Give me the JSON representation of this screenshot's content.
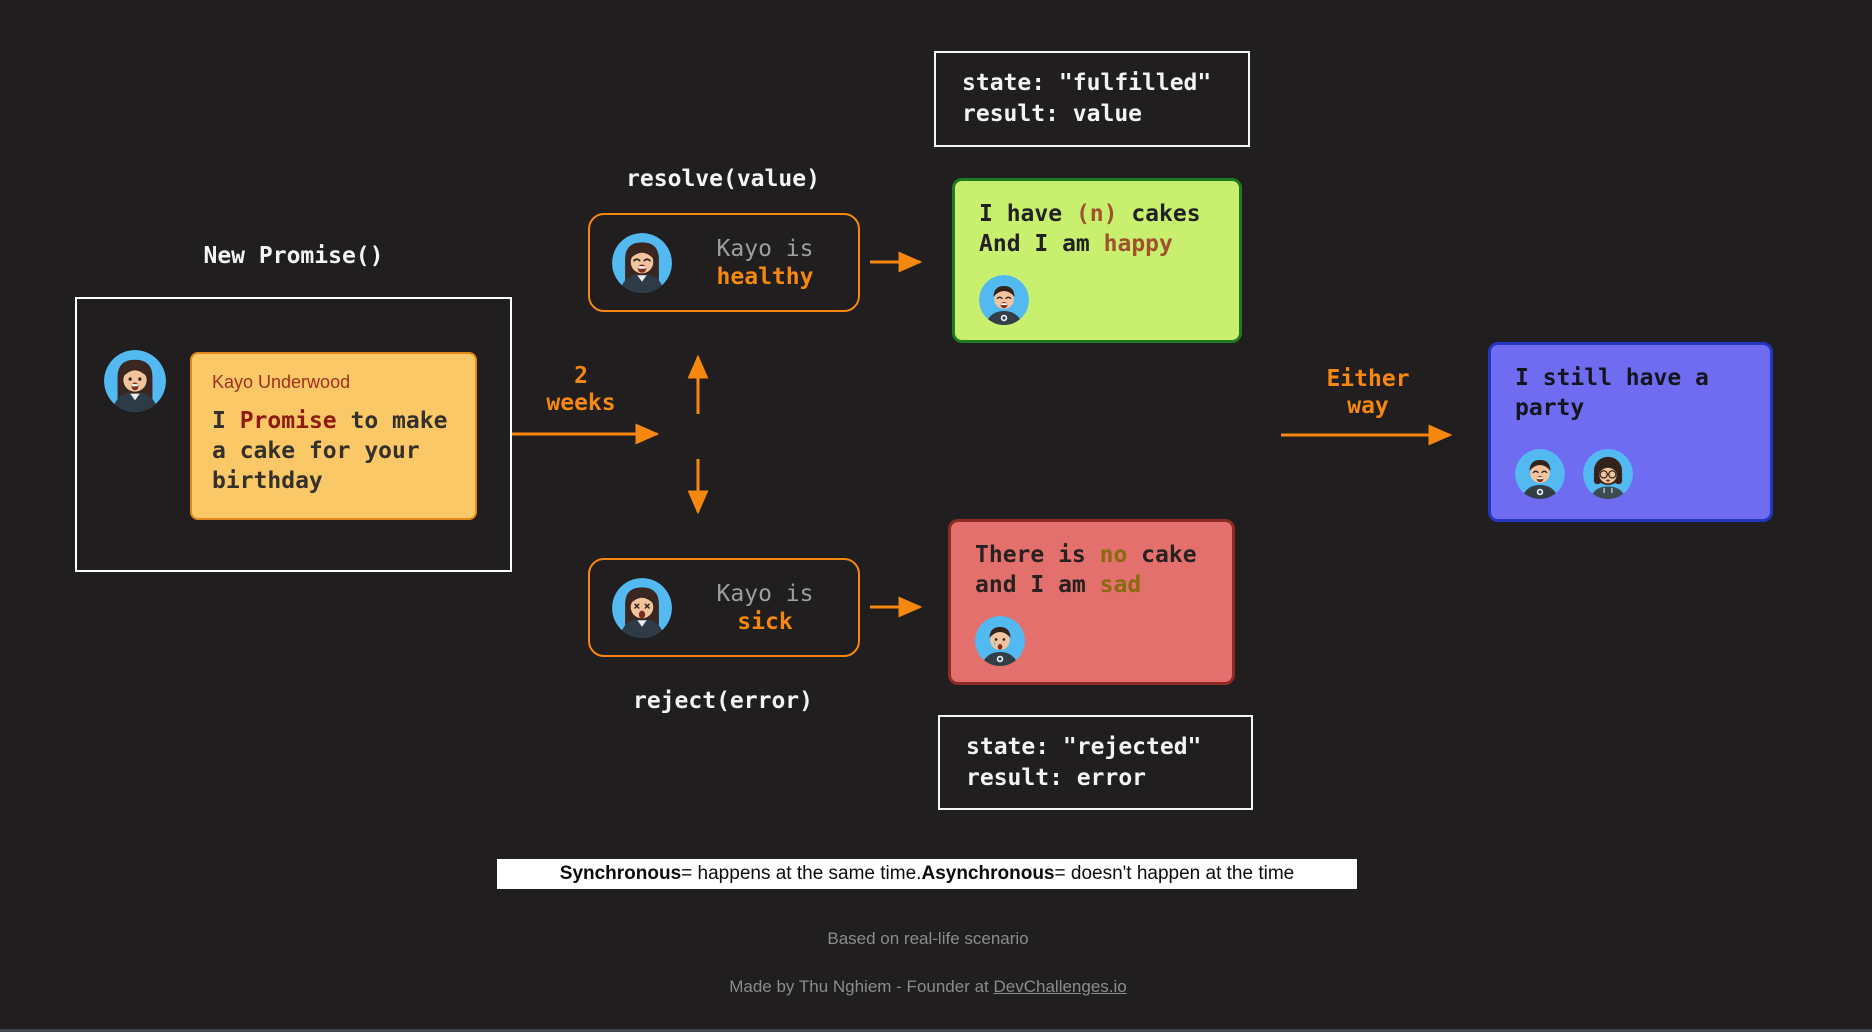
{
  "colors": {
    "background": "#201E1E",
    "accent_orange": "#F6870F",
    "bubble_fill": "#FBC868",
    "bubble_border": "#E2891B",
    "fulfilled_fill": "#C8F06E",
    "fulfilled_border": "#217A21",
    "rejected_fill": "#E4706D",
    "rejected_border": "#8F2A25",
    "either_fill": "#6F6CF2",
    "either_border": "#2337C0",
    "avatar_circle": "#53B9F1"
  },
  "labels": {
    "new_promise": "New Promise()",
    "resolve": "resolve(value)",
    "reject": "reject(error)",
    "duration_line1": "2",
    "duration_line2": "weeks",
    "either_line1": "Either",
    "either_line2": "way"
  },
  "promise_box": {
    "speaker": "Kayo Underwood",
    "msg_pre": "I ",
    "msg_keyword": "Promise",
    "msg_post": " to make a cake for your birthday"
  },
  "healthy_box": {
    "prefix": "Kayo is",
    "status": "healthy"
  },
  "sick_box": {
    "prefix": "Kayo is",
    "status": "sick"
  },
  "state_fulfilled": {
    "line1": "state: \"fulfilled\"",
    "line2": "result: value"
  },
  "state_rejected": {
    "line1": "state: \"rejected\"",
    "line2": "result: error"
  },
  "happy_box": {
    "seg1": "I have ",
    "hl1": "(n)",
    "seg2": " cakes And I am ",
    "hl2": "happy"
  },
  "sad_box": {
    "seg1": "There is ",
    "hl1": "no",
    "seg2": " cake and I am ",
    "hl2": "sad"
  },
  "party_box": {
    "text": "I still have a party"
  },
  "note": {
    "bold1": "Synchronous",
    "text1": " = happens at the same time. ",
    "bold2": "Asynchronous",
    "text2": " = doesn't happen at the time"
  },
  "footer": {
    "scenario": "Based on real-life scenario",
    "credit_pre": "Made by Thu Nghiem - Founder at ",
    "credit_link": "DevChallenges.io"
  },
  "icons": {
    "kayo_avatar": "woman-smiling-face",
    "kayo_laughing_avatar": "woman-laughing-face",
    "kayo_sick_avatar": "woman-sick-face",
    "man_happy_avatar": "man-happy-face",
    "man_sad_avatar": "man-crying-face",
    "party_man_avatar": "man-happy-face",
    "party_woman_avatar": "woman-glasses-face"
  }
}
